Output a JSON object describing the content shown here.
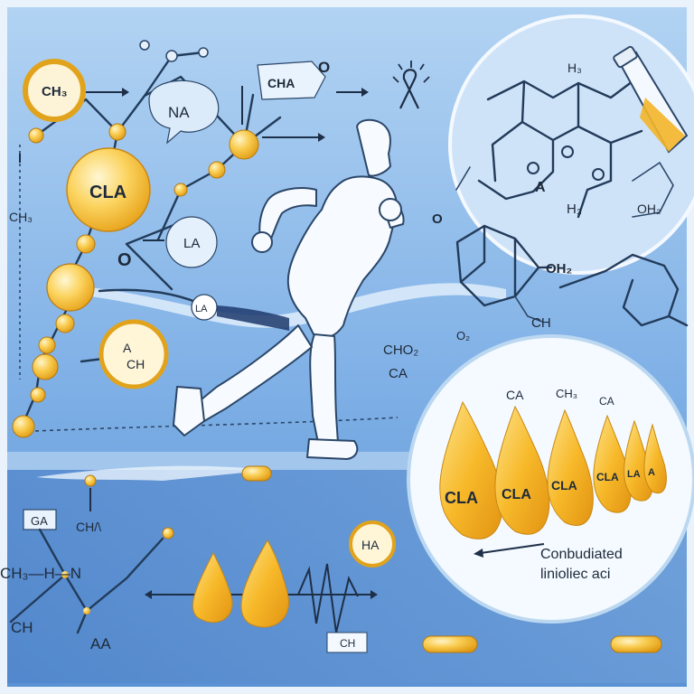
{
  "colors": {
    "background_top": "#a9cdf0",
    "background_bottom": "#5f95d6",
    "gold": "#f5b82e",
    "gold_light": "#fde7a0",
    "ink": "#1e2a3a",
    "bubble": "#e9f3fd"
  },
  "labels": {
    "ch3_top_left": "CH₃",
    "na": "NA",
    "cha": "CHA",
    "cha_o": "O",
    "cla_big": "CLA",
    "ch3_left": "CH₃",
    "la_bubble": "LA",
    "o_left": "O",
    "la_small": "LA",
    "a_ch_line1": "A",
    "a_ch_line2": "CH",
    "cho2": "CHO₂",
    "ca_mid": "CA",
    "h3_top": "H₃",
    "a_center": "A",
    "h3_right": "H₃",
    "oh2_top": "OH₂",
    "o_ring": "O",
    "oh2_mid": "OH₂",
    "ch_ring": "CH",
    "o2_ring": "O₂",
    "drop_ca_1": "CA",
    "drop_ch3": "CH₃",
    "drop_ca_2": "CA",
    "drop_cla_1": "CLA",
    "drop_cla_2": "CLA",
    "drop_cla_3": "CLA",
    "drop_cla_4": "CLA",
    "drop_la": "LA",
    "drop_a": "A",
    "caption_line1": "Conbudiated",
    "caption_line2": "linioliec aci",
    "ga_box": "GA",
    "ch_lambda": "CH/\\",
    "ch3_h_n": "CH₃—H—N",
    "ch_bottom": "CH",
    "aa_bottom": "AA",
    "ha_bubble": "HA",
    "ch_box": "CH"
  },
  "icons": {
    "ribbon": "awareness-ribbon-icon",
    "runner": "running-man-icon",
    "flask": "oil-flask-icon",
    "capsule": "capsule-icon",
    "droplet": "oil-droplet-icon"
  }
}
